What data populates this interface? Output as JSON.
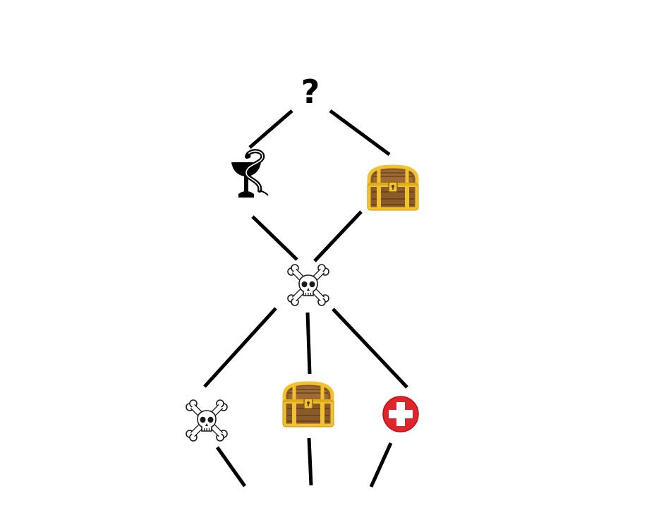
{
  "map": {
    "colors": {
      "background": "#ffffff",
      "path": "#000000",
      "chest_gold": "#f2c12e",
      "chest_gold_dark": "#c9930f",
      "chest_wood": "#8a5a2b",
      "chest_wood_dark": "#5e3a17",
      "rest_red": "#e0242b",
      "skull_stroke": "#1a1a1a"
    },
    "floors": [
      {
        "floor": 1,
        "nodes": [
          {
            "type": "unknown",
            "icon": "question-mark-icon",
            "label": "?"
          }
        ]
      },
      {
        "floor": 2,
        "nodes": [
          {
            "type": "shop",
            "icon": "bowl-of-hygieia-icon"
          },
          {
            "type": "treasure",
            "icon": "treasure-chest-icon"
          }
        ]
      },
      {
        "floor": 3,
        "nodes": [
          {
            "type": "enemy",
            "icon": "skull-crossbones-icon"
          }
        ]
      },
      {
        "floor": 4,
        "nodes": [
          {
            "type": "enemy",
            "icon": "skull-crossbones-icon"
          },
          {
            "type": "treasure",
            "icon": "treasure-chest-icon"
          },
          {
            "type": "rest",
            "icon": "red-cross-icon"
          }
        ]
      }
    ]
  }
}
